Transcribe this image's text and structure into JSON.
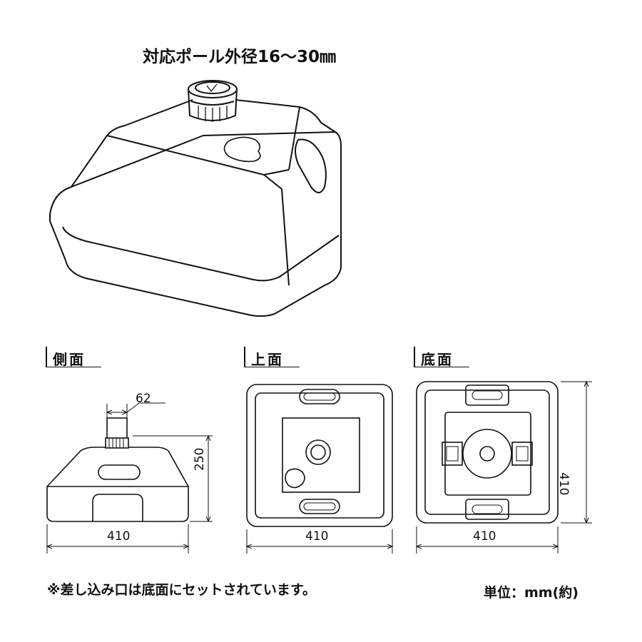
{
  "pole_label": "対応ポール外径16～30㎜",
  "views": {
    "side": {
      "title": "側面",
      "dim_pole": "62",
      "dim_height": "250",
      "dim_width": "410"
    },
    "top": {
      "title": "上面",
      "dim_width": "410"
    },
    "bottom": {
      "title": "底面",
      "dim_width": "410",
      "dim_height": "410"
    }
  },
  "note": "※差し込み口は底面にセットされています。",
  "unit": "単位：mm(約)"
}
